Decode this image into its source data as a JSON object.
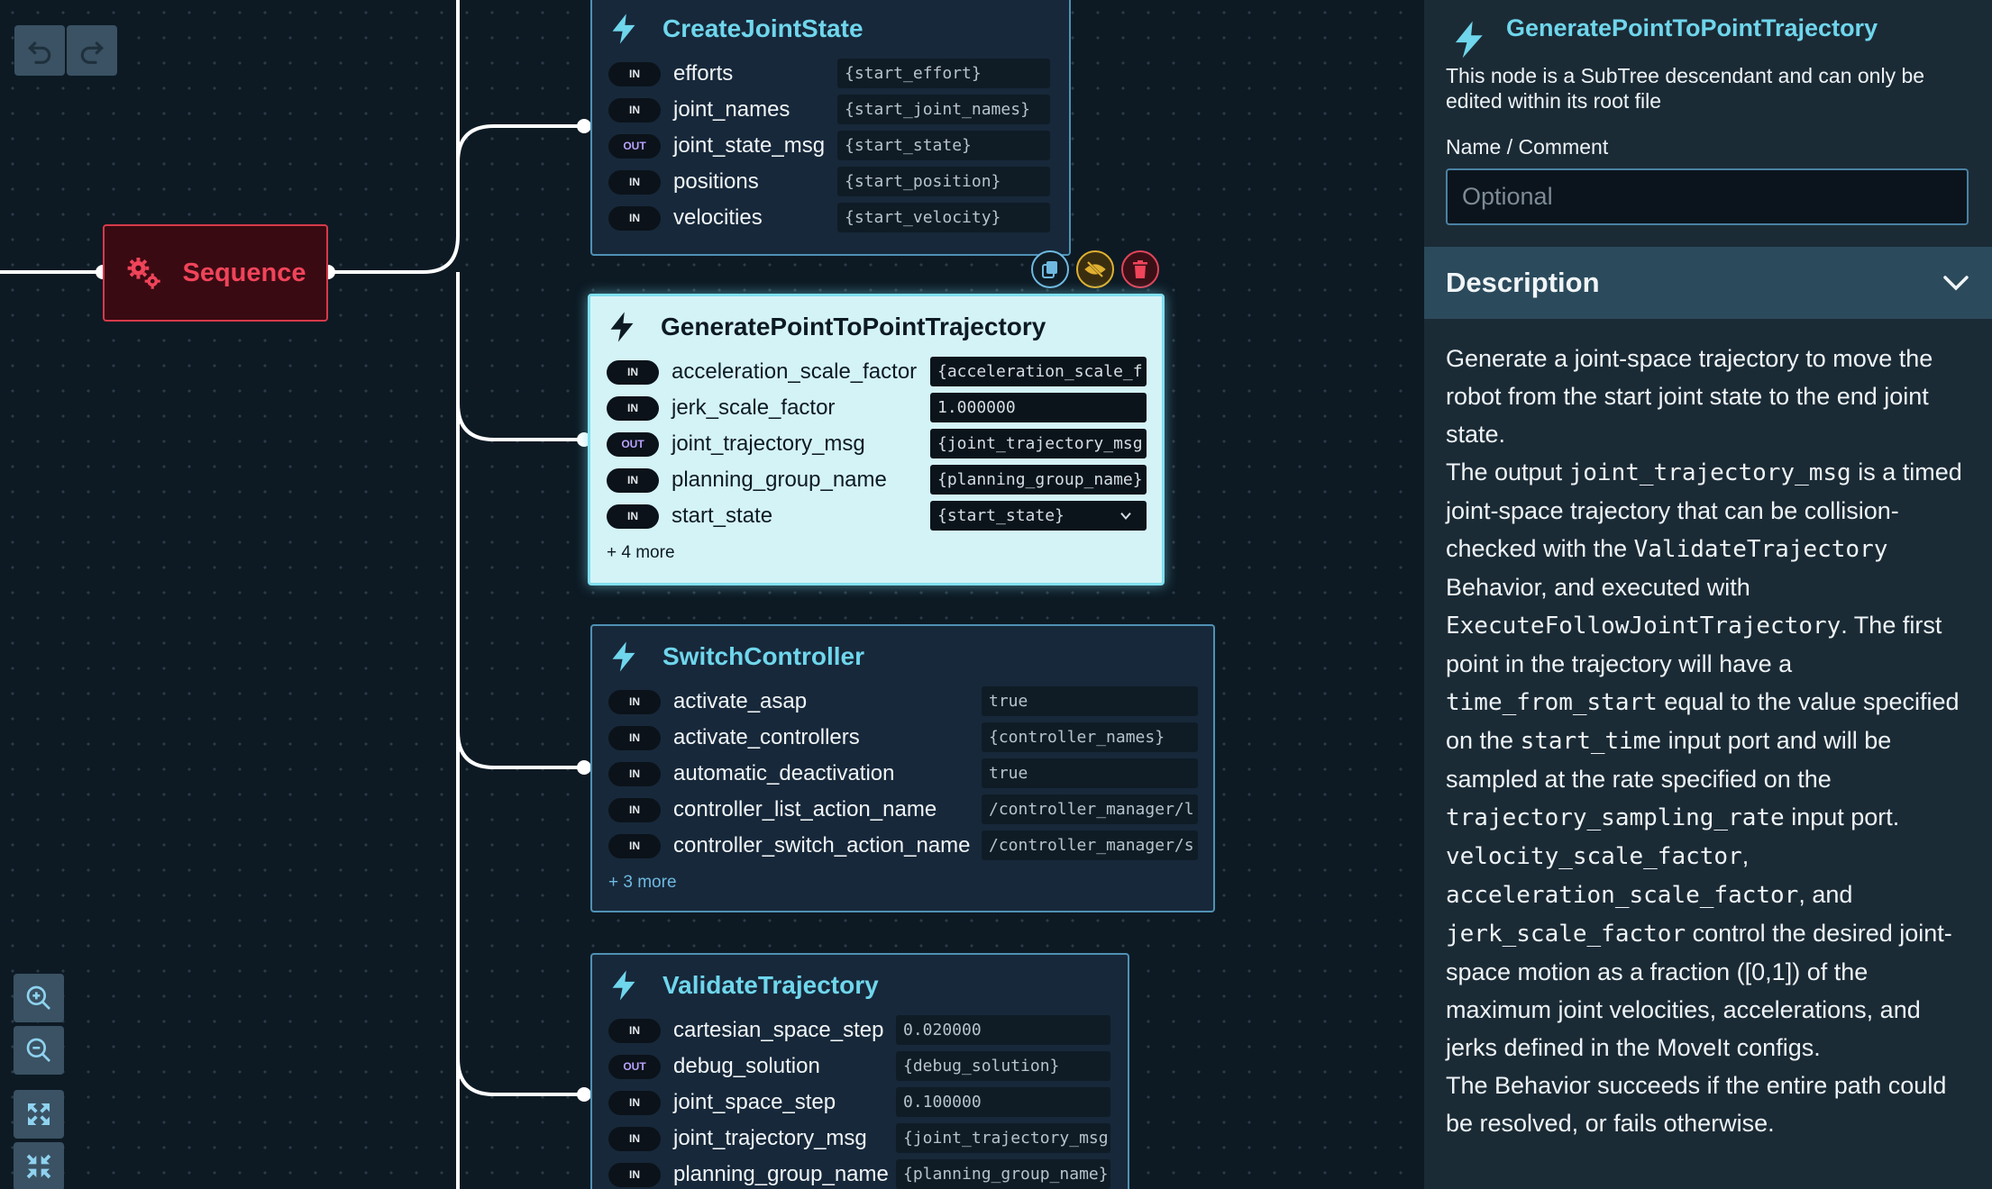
{
  "sequence_node": {
    "label": "Sequence"
  },
  "nodes": {
    "create_joint_state": {
      "title": "CreateJointState",
      "ports": [
        {
          "dir": "IN",
          "name": "efforts",
          "value": "{start_effort}"
        },
        {
          "dir": "IN",
          "name": "joint_names",
          "value": "{start_joint_names}"
        },
        {
          "dir": "OUT",
          "name": "joint_state_msg",
          "value": "{start_state}"
        },
        {
          "dir": "IN",
          "name": "positions",
          "value": "{start_position}"
        },
        {
          "dir": "IN",
          "name": "velocities",
          "value": "{start_velocity}"
        }
      ]
    },
    "generate_p2p": {
      "title": "GeneratePointToPointTrajectory",
      "ports": [
        {
          "dir": "IN",
          "name": "acceleration_scale_factor",
          "value": "{acceleration_scale_f"
        },
        {
          "dir": "IN",
          "name": "jerk_scale_factor",
          "value": "1.000000"
        },
        {
          "dir": "OUT",
          "name": "joint_trajectory_msg",
          "value": "{joint_trajectory_msg"
        },
        {
          "dir": "IN",
          "name": "planning_group_name",
          "value": "{planning_group_name}"
        },
        {
          "dir": "IN",
          "name": "start_state",
          "value": "{start_state}"
        }
      ],
      "more": "+ 4 more"
    },
    "switch_controller": {
      "title": "SwitchController",
      "ports": [
        {
          "dir": "IN",
          "name": "activate_asap",
          "value": "true"
        },
        {
          "dir": "IN",
          "name": "activate_controllers",
          "value": "{controller_names}"
        },
        {
          "dir": "IN",
          "name": "automatic_deactivation",
          "value": "true"
        },
        {
          "dir": "IN",
          "name": "controller_list_action_name",
          "value": "/controller_manager/l"
        },
        {
          "dir": "IN",
          "name": "controller_switch_action_name",
          "value": "/controller_manager/s"
        }
      ],
      "more": "+ 3 more"
    },
    "validate_trajectory": {
      "title": "ValidateTrajectory",
      "ports": [
        {
          "dir": "IN",
          "name": "cartesian_space_step",
          "value": "0.020000"
        },
        {
          "dir": "OUT",
          "name": "debug_solution",
          "value": "{debug_solution}"
        },
        {
          "dir": "IN",
          "name": "joint_space_step",
          "value": "0.100000"
        },
        {
          "dir": "IN",
          "name": "joint_trajectory_msg",
          "value": "{joint_trajectory_msg"
        },
        {
          "dir": "IN",
          "name": "planning_group_name",
          "value": "{planning_group_name}"
        }
      ]
    }
  },
  "panel": {
    "title": "GeneratePointToPointTrajectory",
    "note": "This node is a SubTree descendant and can only be edited within its root file",
    "name_label": "Name / Comment",
    "name_placeholder": "Optional",
    "description_heading": "Description",
    "description": [
      [
        {
          "t": "Generate a joint-space trajectory to move the robot from the start joint state to the end joint state."
        }
      ],
      [
        {
          "t": "The output "
        },
        {
          "c": "joint_trajectory_msg"
        },
        {
          "t": " is a timed joint-space trajectory that can be collision-checked with the "
        },
        {
          "c": "ValidateTrajectory"
        },
        {
          "t": " Behavior, and executed with "
        },
        {
          "c": "ExecuteFollowJointTrajectory"
        },
        {
          "t": ". The first point in the trajectory will have a "
        },
        {
          "c": "time_from_start"
        },
        {
          "t": " equal to the value specified on the "
        },
        {
          "c": "start_time"
        },
        {
          "t": " input port and will be sampled at the rate specified on the "
        },
        {
          "c": "trajectory_sampling_rate"
        },
        {
          "t": " input port. "
        },
        {
          "c": "velocity_scale_factor"
        },
        {
          "t": ", "
        },
        {
          "c": "acceleration_scale_factor"
        },
        {
          "t": ", and "
        },
        {
          "c": "jerk_scale_factor"
        },
        {
          "t": " control the desired joint-space motion as a fraction ([0,1]) of the maximum joint velocities, accelerations, and jerks defined in the MoveIt configs."
        }
      ],
      [
        {
          "t": "The Behavior succeeds if the entire path could be resolved, or fails otherwise."
        }
      ]
    ]
  },
  "colors": {
    "accent": "#6fd6ec",
    "sequence_red": "#f0445a",
    "selected_node_bg": "#d4f3f7",
    "canvas_bg": "#0d1a24"
  },
  "icons": [
    "undo-icon",
    "redo-icon",
    "gears-icon",
    "bolt-icon",
    "copy-icon",
    "hide-icon",
    "trash-icon",
    "zoom-in-icon",
    "zoom-out-icon",
    "fit-view-icon",
    "collapse-icon",
    "chevron-down-icon"
  ]
}
